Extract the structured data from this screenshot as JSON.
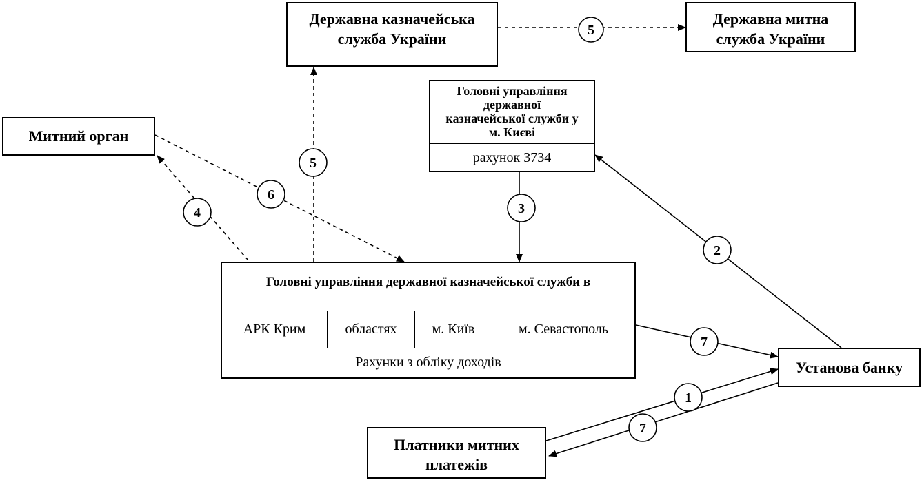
{
  "boxes": {
    "dkss": "Державна казначейська служба України",
    "dmsu": "Державна митна служба України",
    "mytnyi": "Митний орган",
    "gu_kyiv_title": "Головні управління державної казначейської служби у м. Києві",
    "gu_kyiv_account": "рахунок 3734",
    "gu_main_title": "Головні управління державної казначейської служби в",
    "gu_regions": [
      "АРК Крим",
      "областях",
      "м. Київ",
      "м. Севастополь"
    ],
    "gu_accounts": "Рахунки з обліку доходів",
    "bank": "Установа банку",
    "payers": "Платники митних платежів"
  },
  "steps": {
    "s1": "1",
    "s2": "2",
    "s3": "3",
    "s4": "4",
    "s5_top": "5",
    "s5_mid": "5",
    "s6": "6",
    "s7_top": "7",
    "s7_bottom": "7"
  }
}
